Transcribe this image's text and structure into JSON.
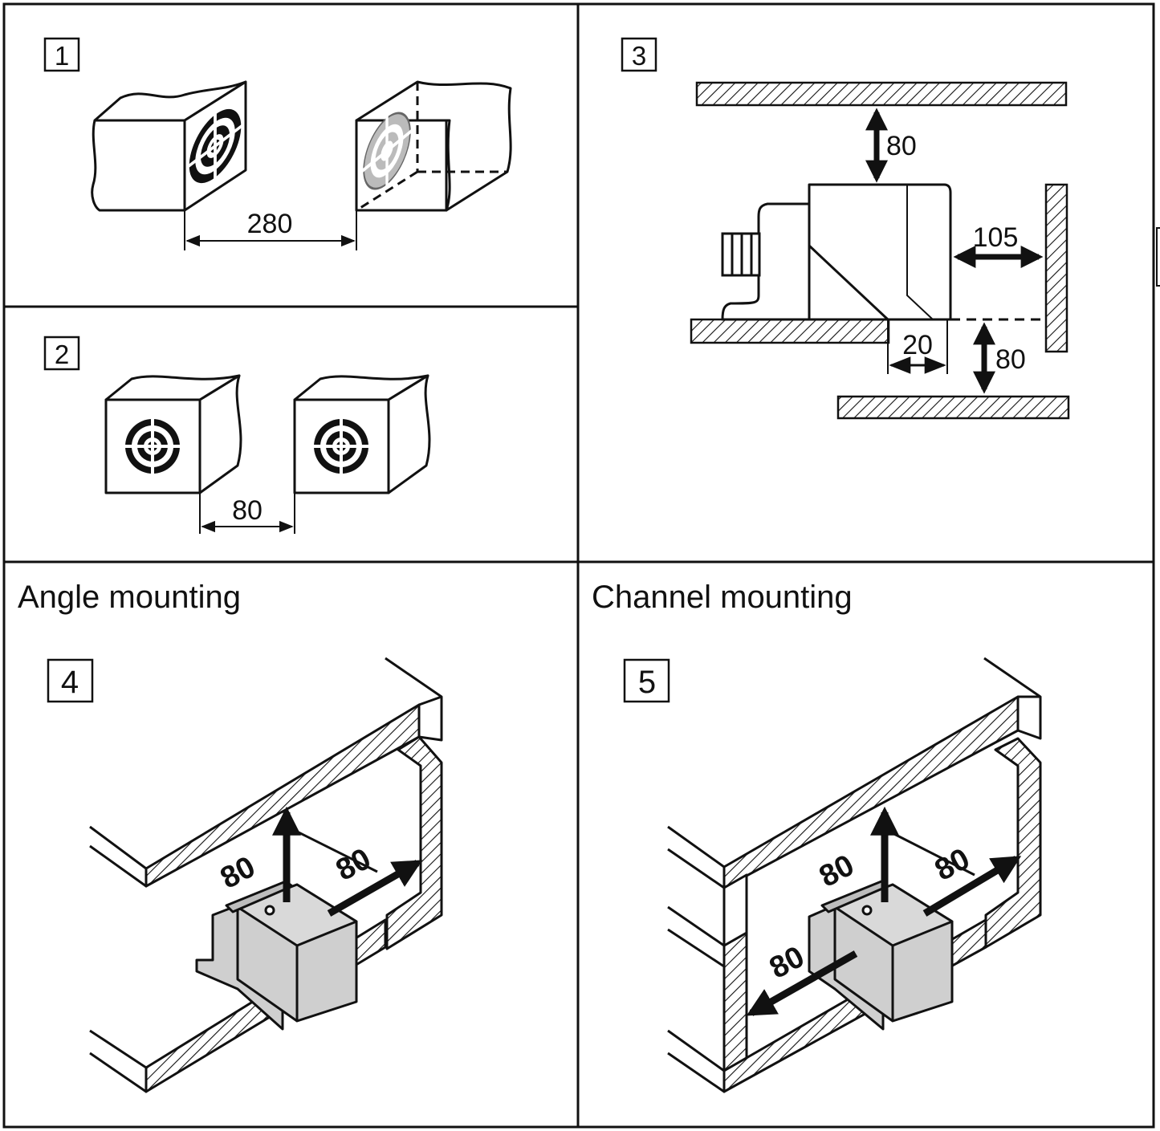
{
  "panels": {
    "p1": {
      "label": "1",
      "dim": "280"
    },
    "p2": {
      "label": "2",
      "dim": "80"
    },
    "p3": {
      "label": "3",
      "top": "80",
      "side": "105",
      "gap": "20",
      "bottom": "80"
    },
    "p4": {
      "title": "Angle mounting",
      "label": "4",
      "up": "80",
      "side": "80"
    },
    "p5": {
      "title": "Channel mounting",
      "label": "5",
      "up": "80",
      "side": "80",
      "left": "80"
    }
  },
  "colors": {
    "line": "#111111",
    "sensor": "#cfcfcf",
    "face": "#bdbdbd"
  }
}
